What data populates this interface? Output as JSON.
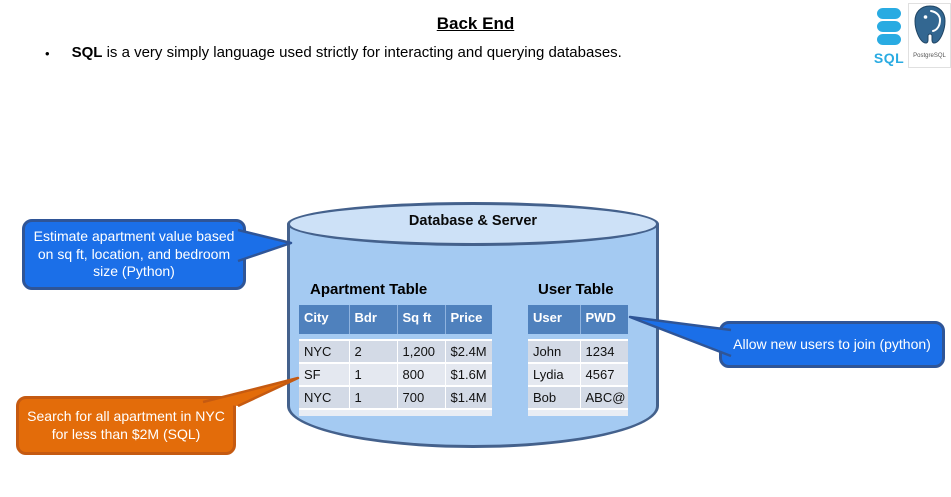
{
  "slide": {
    "title": "Back End",
    "bullet_icon": "•",
    "bullet_bold": "SQL",
    "bullet_rest": " is a very simply language used strictly for interacting and querying databases."
  },
  "logos": {
    "sql_label": "SQL",
    "postgresql_label": "PostgreSQL"
  },
  "database": {
    "title": "Database & Server",
    "apartment_table": {
      "title": "Apartment Table",
      "headers": [
        "City",
        "Bdr",
        "Sq ft",
        "Price"
      ],
      "rows": [
        [
          "NYC",
          "2",
          "1,200",
          "$2.4M"
        ],
        [
          "SF",
          "1",
          "800",
          "$1.6M"
        ],
        [
          "NYC",
          "1",
          "700",
          "$1.4M"
        ]
      ]
    },
    "user_table": {
      "title": "User Table",
      "headers": [
        "User",
        "PWD"
      ],
      "rows": [
        [
          "John",
          "1234"
        ],
        [
          "Lydia",
          "4567"
        ],
        [
          "Bob",
          "ABC@"
        ]
      ]
    }
  },
  "callouts": {
    "estimate": {
      "text": "Estimate apartment value based on sq ft, location, and bedroom size (Python)"
    },
    "allow_users": {
      "text": "Allow new users to join (python)"
    },
    "search": {
      "text": "Search for all apartment in NYC for less than $2M (SQL)"
    }
  },
  "colors": {
    "callout_blue": "#1B6FE8",
    "callout_blue_border": "#2F5597",
    "callout_orange": "#E36C0A",
    "callout_orange_border": "#C55A11",
    "cylinder_body": "#A4CAF2",
    "cylinder_top": "#CDE1F7",
    "cylinder_border": "#44618C",
    "table_header": "#4F81BD",
    "table_band_dark": "#D3DAE6",
    "table_band_light": "#E4E8F0",
    "sql_logo_blue": "#29ABE2",
    "postgres_blue": "#336791"
  }
}
